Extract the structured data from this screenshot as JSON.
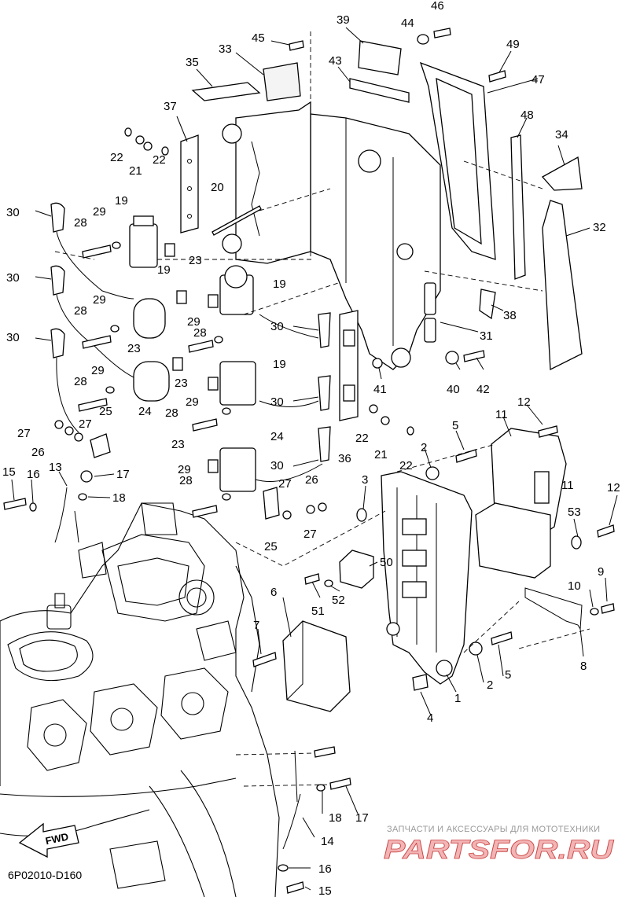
{
  "diagram": {
    "caption": "6P02010-D160",
    "fwd_label": "FWD",
    "watermark_line1": "ЗАПЧАСТИ И АКСЕССУАРЫ ДЛЯ МОТОТЕХНИКИ",
    "watermark_logo": "PARTSFOR.RU",
    "callouts": {
      "c1": "1",
      "c2": "2",
      "c3": "3",
      "c4": "4",
      "c5": "5",
      "c6": "6",
      "c7": "7",
      "c8": "8",
      "c9": "9",
      "c10": "10",
      "c11": "11",
      "c12": "12",
      "c13": "13",
      "c14": "14",
      "c15": "15",
      "c16": "16",
      "c17": "17",
      "c18": "18",
      "c19": "19",
      "c20": "20",
      "c21": "21",
      "c22": "22",
      "c23": "23",
      "c24": "24",
      "c25": "25",
      "c26": "26",
      "c27": "27",
      "c28": "28",
      "c29": "29",
      "c30": "30",
      "c31": "31",
      "c32": "32",
      "c33": "33",
      "c34": "34",
      "c35": "35",
      "c36": "36",
      "c37": "37",
      "c38": "38",
      "c39": "39",
      "c40": "40",
      "c41": "41",
      "c42": "42",
      "c43": "43",
      "c44": "44",
      "c45": "45",
      "c46": "46",
      "c47": "47",
      "c48": "48",
      "c49": "49",
      "c50": "50",
      "c51": "51",
      "c52": "52",
      "c53": "53"
    }
  }
}
